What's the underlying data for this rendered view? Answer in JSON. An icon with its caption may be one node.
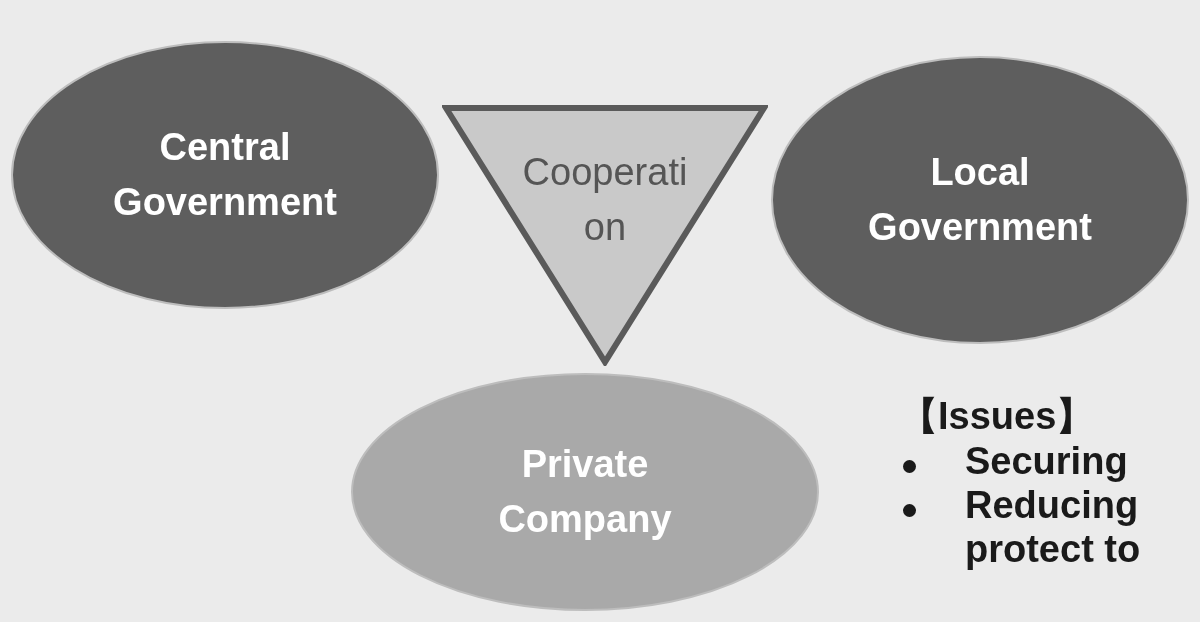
{
  "diagram": {
    "nodes": [
      {
        "text": [
          "Central Government"
        ]
      },
      {
        "text": [
          "Local Government"
        ]
      },
      {
        "text": [
          "Cooperation"
        ]
      },
      {
        "text": [
          "Private Company"
        ]
      }
    ],
    "labels": [
      "【Issues】",
      "Securing",
      "Reducing protect to"
    ]
  }
}
